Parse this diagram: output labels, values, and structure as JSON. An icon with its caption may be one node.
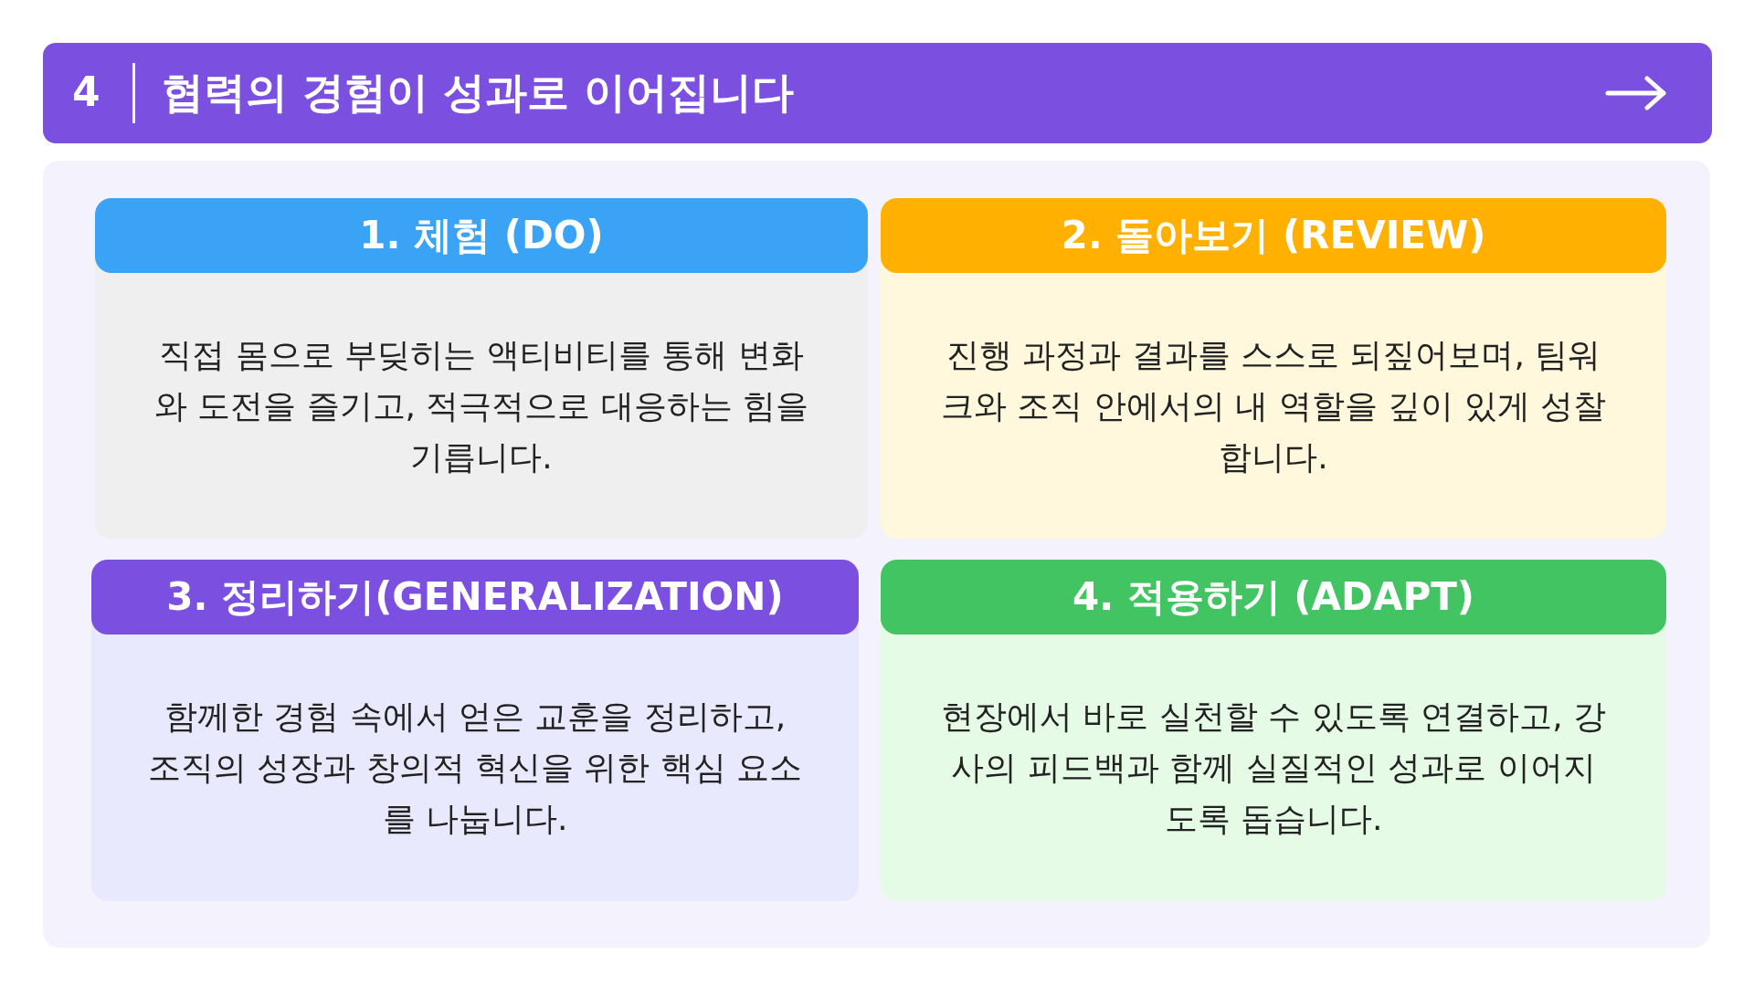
{
  "diagram": {
    "title": "협력의 경험이 성과로 이어집니다",
    "nodes": [
      {
        "text": [
          "1. 체험 (DO)",
          "직접 몸으로 부딪히는 액티비티를 통해 변화와 도전을 즐기고, 적극적으로 대응하는 힘을 기릅니다."
        ]
      },
      {
        "text": [
          "2. 돌아보기 (REVIEW)",
          "진행 과정과 결과를 스스로 되짚어보며, 팀워크와 조직 안에서의 내 역할을 깊이 있게 성찰합니다."
        ]
      },
      {
        "text": [
          "3. 정리하기(GENERALIZATION)",
          "함께한 경험 속에서 얻은 교훈을 정리하고, 조직의 성장과 창의적 혁신을 위한 핵심 요소를 나눕니다."
        ]
      },
      {
        "text": [
          "4. 적용하기 (ADAPT)",
          "현장에서 바로 실천할 수 있도록 연결하고, 강사의 피드백과 함께 실질적인 성과로 이어지도록 돕습니다."
        ]
      }
    ],
    "labels": [
      "4"
    ]
  }
}
